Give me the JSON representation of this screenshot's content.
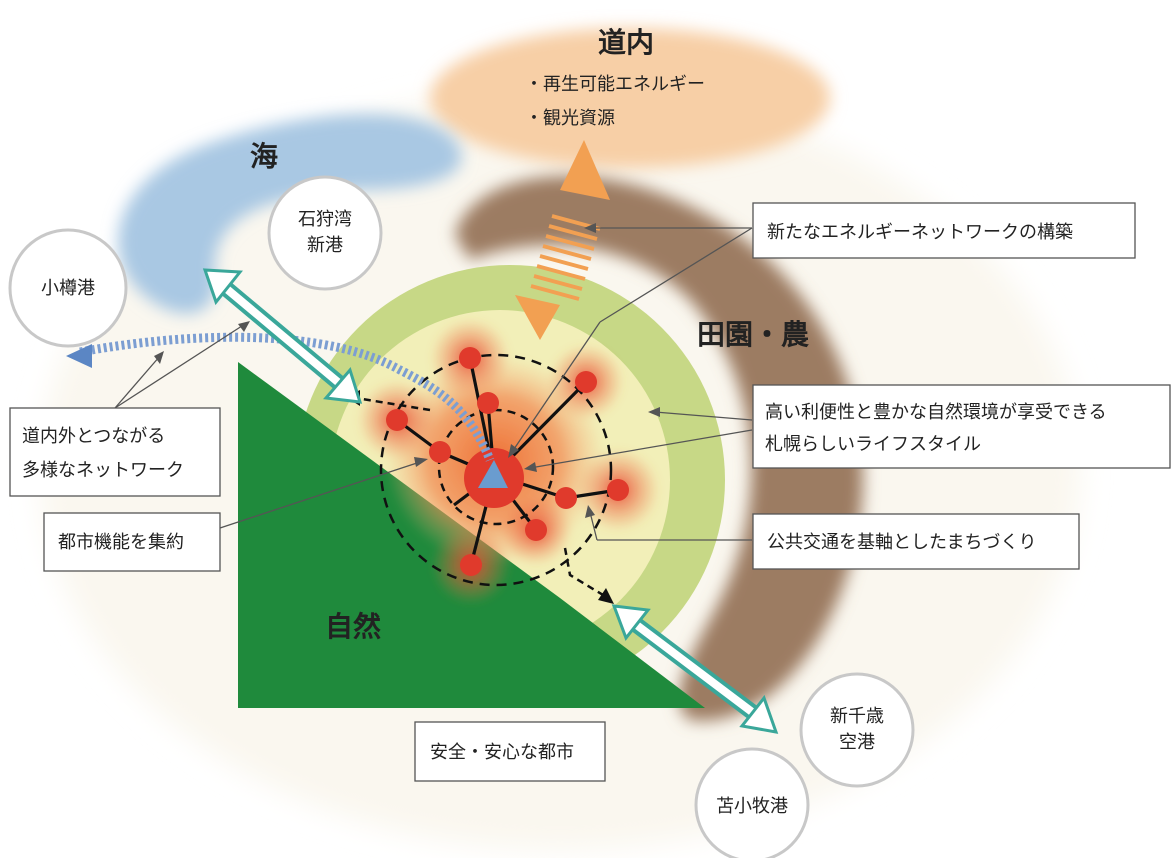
{
  "regions": {
    "dounai": "道内",
    "dounai_items": [
      "・再生可能エネルギー",
      "・観光資源"
    ],
    "sea": "海",
    "farm": "田園・農",
    "nature": "自然"
  },
  "ports": {
    "ishikari": [
      "石狩湾",
      "新港"
    ],
    "otaru": "小樽港",
    "chitose": [
      "新千歳",
      "空港"
    ],
    "tomakomai": "苫小牧港"
  },
  "callouts": {
    "energy_network": "新たなエネルギーネットワークの構築",
    "lifestyle": [
      "高い利便性と豊かな自然環境が享受できる",
      "札幌らしいライフスタイル"
    ],
    "transit": "公共交通を基軸としたまちづくり",
    "network": [
      "道内外とつながる",
      "多様なネットワーク"
    ],
    "compact": "都市機能を集約",
    "safe": "安全・安心な都市"
  },
  "colors": {
    "sea": "#a9c8e3",
    "dounai": "#f7cfa6",
    "farm": "#9c7b62",
    "outer_ring": "#c7d886",
    "inner_ring": "#f2efb8",
    "nature": "#1f8a3c",
    "node": "#e03a2c",
    "glow": "#ef6f2f",
    "arrow_teal": "#3aa79a",
    "arrow_orange": "#f2a052",
    "arrow_blue": "#5b86c4"
  }
}
